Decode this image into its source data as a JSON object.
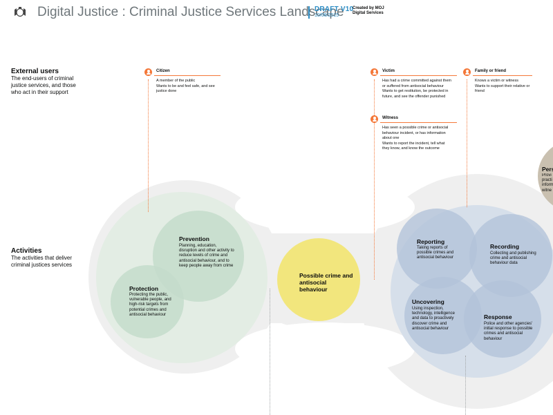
{
  "header": {
    "title": "Digital Justice : Criminal Justice Services Landscape",
    "draft": "DRAFT V10",
    "date": "10/06/2015",
    "created_line1": "Created by MOJ",
    "created_line2": "Digital Services"
  },
  "sections": {
    "external_users": {
      "heading": "External users",
      "description": "The end-users of criminal justice services, and those who act in their support"
    },
    "activities": {
      "heading": "Activities",
      "description": "The activities that deliver criminal justices services"
    }
  },
  "users": [
    {
      "name": "Citizen",
      "description": "A member of the public\nWants to be and feel safe, and see justice done"
    },
    {
      "name": "Victim",
      "description": "Has had a crime committed against them or suffered from antisocial behaviour\nWants to get restitution, be protected in future, and see the offender punished"
    },
    {
      "name": "Family or friend",
      "description": "Knows a victim or witness\nWants to support their relative or friend"
    },
    {
      "name": "Witness",
      "description": "Has seen a possible crime or antisocial behaviour incident, or has information about one\nWants to report the incident, tell what they know, and know the outcome"
    }
  ],
  "activities": {
    "prevention": {
      "title": "Prevention",
      "description": "Planning, education, disruption and other activity to reduce levels of crime and antisocial behaviour, and to keep people away from crime"
    },
    "protection": {
      "title": "Protection",
      "description": "Protecting the public, vulnerable people, and high-risk targets from potential crimes and antisocial behaviour"
    },
    "possible_crime": {
      "title": "Possible crime and antisocial behaviour"
    },
    "reporting": {
      "title": "Reporting",
      "description": "Taking reports of possible crimes and antisocial behaviour"
    },
    "recording": {
      "title": "Recording",
      "description": "Collecting and publishing crime and antisocial behaviour data"
    },
    "uncovering": {
      "title": "Uncovering",
      "description": "Using inspection, technology, intelligence and data to proactively discover crime and antisocial behaviour"
    },
    "response": {
      "title": "Response",
      "description": "Police and other agencies' initial response to possible crimes and antisocial behaviour"
    },
    "partial": {
      "title": "Pers",
      "description": "Provi\npracti\ninform\nwitne"
    }
  },
  "colors": {
    "accent": "#f47738",
    "brand_blue": "#2b8cc4",
    "green_circle": "#c4dccb",
    "yellow_circle": "#f2e67d",
    "blue_circle": "#b3c3d9",
    "taupe_circle": "#c9c0b0",
    "grey_blob": "#eeeeee"
  }
}
